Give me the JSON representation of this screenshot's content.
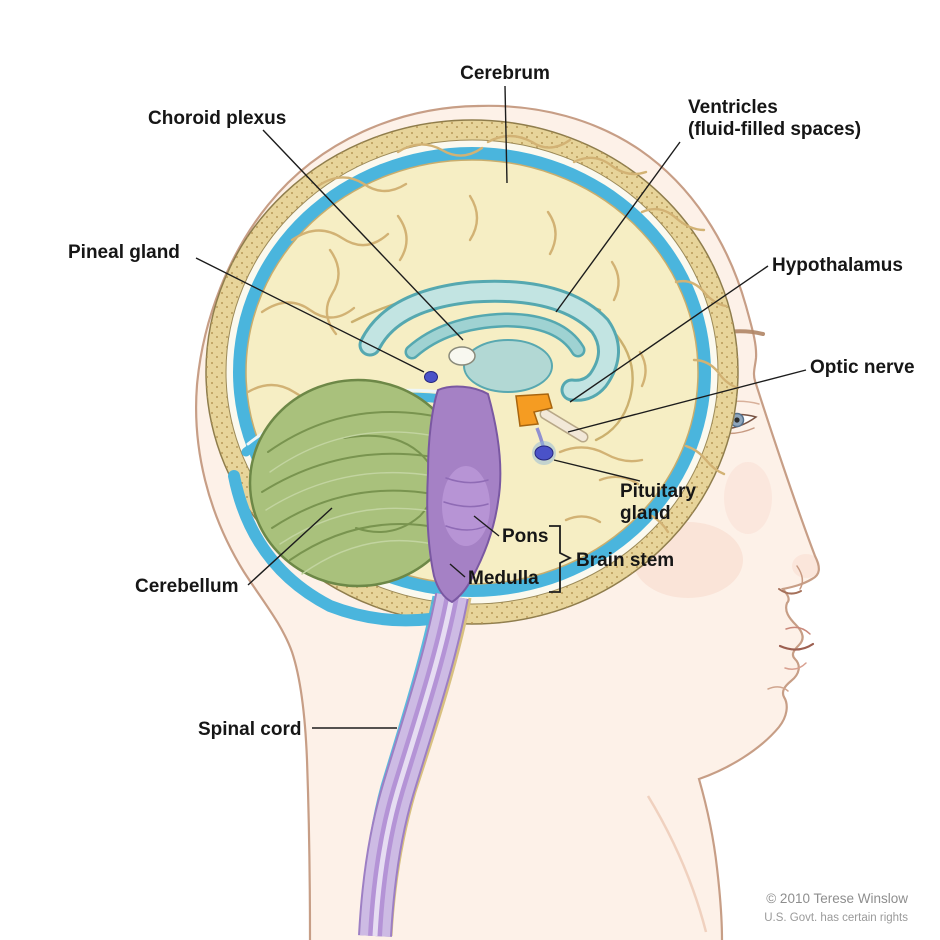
{
  "labels": {
    "cerebrum": "Cerebrum",
    "choroid_plexus": "Choroid plexus",
    "ventricles_1": "Ventricles",
    "ventricles_2": "(fluid-filled spaces)",
    "pineal_gland": "Pineal gland",
    "hypothalamus": "Hypothalamus",
    "optic_nerve": "Optic nerve",
    "pituitary_1": "Pituitary",
    "pituitary_2": "gland",
    "cerebellum": "Cerebellum",
    "pons": "Pons",
    "medulla": "Medulla",
    "brain_stem": "Brain stem",
    "spinal_cord": "Spinal cord"
  },
  "credit": {
    "line1": "© 2010 Terese Winslow",
    "line2": "U.S. Govt. has certain rights"
  },
  "colors": {
    "cerebrum": "#f6eec4",
    "cerebellum": "#a9c17c",
    "brain_stem": "#a581c5",
    "spinal_cord": "#cdbbe4",
    "ventricles": "#bfe2e0",
    "csf": "#4ab5dd",
    "skull_bone": "#e7d49a",
    "skin": "#fdf1e8",
    "optic_chiasm": "#f59c22",
    "glands": "#4a52c8",
    "label_text": "#161616",
    "credit_text": "#8e8e8e"
  }
}
